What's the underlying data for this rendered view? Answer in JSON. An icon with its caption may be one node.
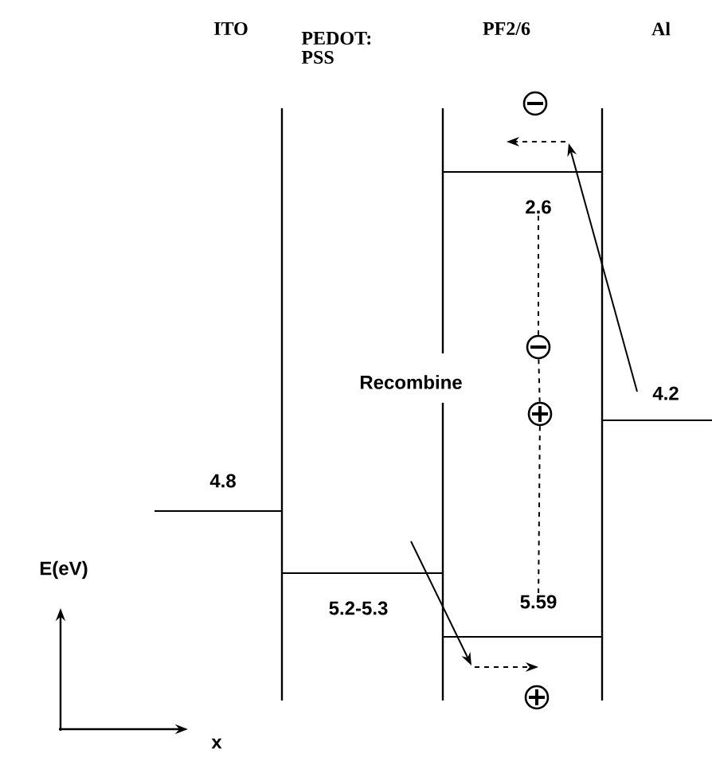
{
  "diagram": {
    "nodes": [
      {
        "text": [],
        "shape": "circle"
      },
      {
        "text": [
          "2.6"
        ]
      },
      {
        "text": [],
        "shape": "circle"
      },
      {
        "text": [],
        "shape": "circle"
      },
      {
        "text": [
          "5.59"
        ]
      },
      {
        "text": [],
        "shape": "circle"
      }
    ],
    "edges": [
      {
        "from": 1,
        "to": 2,
        "arrow": "none",
        "style": "dashed"
      },
      {
        "from": 2,
        "to": 3,
        "arrow": "none",
        "style": "dashed"
      },
      {
        "from": 3,
        "to": 4,
        "arrow": "none",
        "style": "dashed"
      }
    ],
    "labels": [
      "ITO",
      "PEDOT: PSS",
      "PF2/6",
      "Al",
      "Recombine",
      "4.2",
      "4.8",
      "E(eV)",
      "5.2-5.3",
      "x"
    ]
  }
}
